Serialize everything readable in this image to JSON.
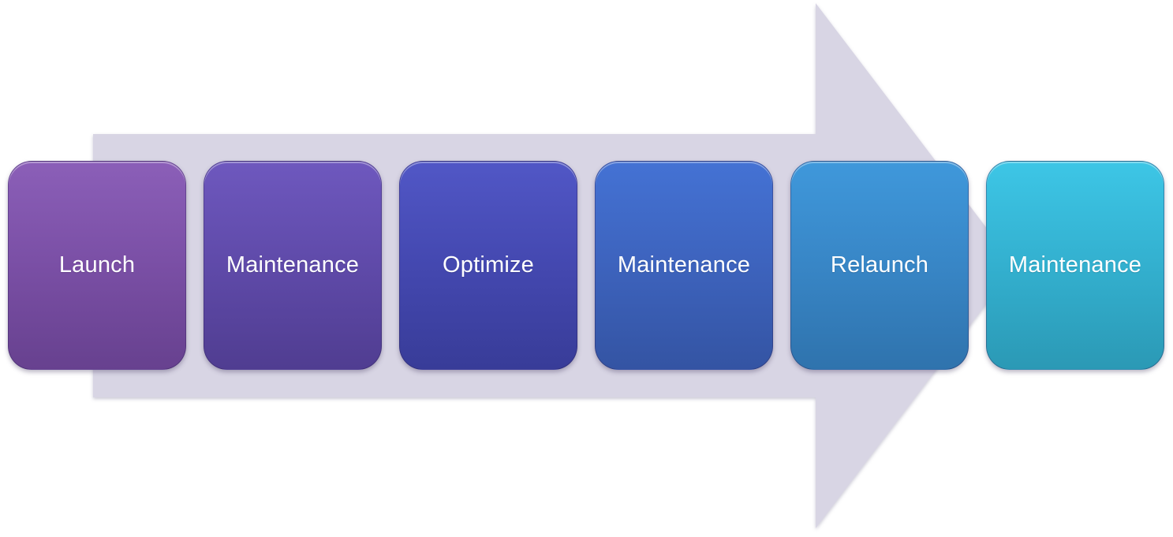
{
  "diagram": {
    "arrow_color": "#d8d5e4",
    "steps": [
      {
        "label": "Launch"
      },
      {
        "label": "Maintenance"
      },
      {
        "label": "Optimize"
      },
      {
        "label": "Maintenance"
      },
      {
        "label": "Relaunch"
      },
      {
        "label": "Maintenance"
      }
    ]
  }
}
